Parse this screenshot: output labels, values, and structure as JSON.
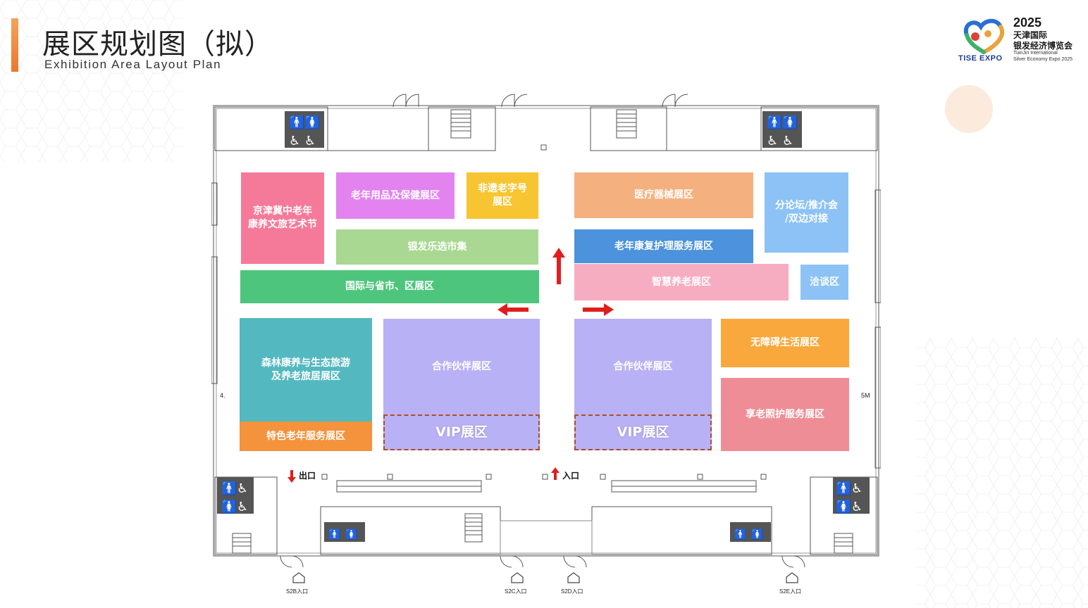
{
  "header": {
    "title": "展区规划图（拟）",
    "subtitle": "Exhibition Area Layout Plan"
  },
  "logo": {
    "year": "2025",
    "cn_line1": "天津国际",
    "cn_line2": "银发经济博览会",
    "en_line1": "TianJin International",
    "en_line2": "Silver Economy Expo 2025",
    "brand": "TISE EXPO",
    "colors": [
      "#2a6fd1",
      "#e9a33c",
      "#d9433a",
      "#3bb26b"
    ]
  },
  "zones": [
    {
      "id": "jingjinji",
      "label": "京津冀中老年\n康养文旅艺术节",
      "color": "#f57a9a"
    },
    {
      "id": "elder-goods",
      "label": "老年用品及保健展区",
      "color": "#e383f0"
    },
    {
      "id": "heritage",
      "label": "非遗老字号\n展区",
      "color": "#f7c531"
    },
    {
      "id": "silver-market",
      "label": "银发乐选市集",
      "color": "#a8d891"
    },
    {
      "id": "international",
      "label": "国际与省市、区展区",
      "color": "#4ec57d"
    },
    {
      "id": "forest",
      "label": "森林康养与生态旅游\n及养老旅居展区",
      "color": "#54b8c0"
    },
    {
      "id": "special-service",
      "label": "特色老年服务展区",
      "color": "#f5923c"
    },
    {
      "id": "partner-left",
      "label": "合作伙伴展区",
      "color": "#b9b1f5"
    },
    {
      "id": "vip-left",
      "label": "VIP展区",
      "color": "#b9b1f5"
    },
    {
      "id": "medical",
      "label": "医疗器械展区",
      "color": "#f5b07f"
    },
    {
      "id": "forum",
      "label": "分论坛/推介会\n/双边对接",
      "color": "#8cc2f5"
    },
    {
      "id": "rehab",
      "label": "老年康复护理服务展区",
      "color": "#4d92dc"
    },
    {
      "id": "smart",
      "label": "智慧养老展区",
      "color": "#f7adc1"
    },
    {
      "id": "negotiation",
      "label": "洽谈区",
      "color": "#8cc2f5"
    },
    {
      "id": "barrier-free",
      "label": "无障碍生活展区",
      "color": "#f8a83c"
    },
    {
      "id": "partner-right",
      "label": "合作伙伴展区",
      "color": "#b9b1f5"
    },
    {
      "id": "vip-right",
      "label": "VIP展区",
      "color": "#b9b1f5"
    },
    {
      "id": "enjoy-care",
      "label": "享老照护服务展区",
      "color": "#ef8d96"
    }
  ],
  "entrances": {
    "exit": "出口",
    "entry": "入口",
    "gates": [
      "S2B入口",
      "S2C入口",
      "S2D入口",
      "S2E入口"
    ]
  },
  "plan_marks": {
    "left": "4.",
    "right": "5M"
  },
  "arrow_color": "#e01e1e"
}
